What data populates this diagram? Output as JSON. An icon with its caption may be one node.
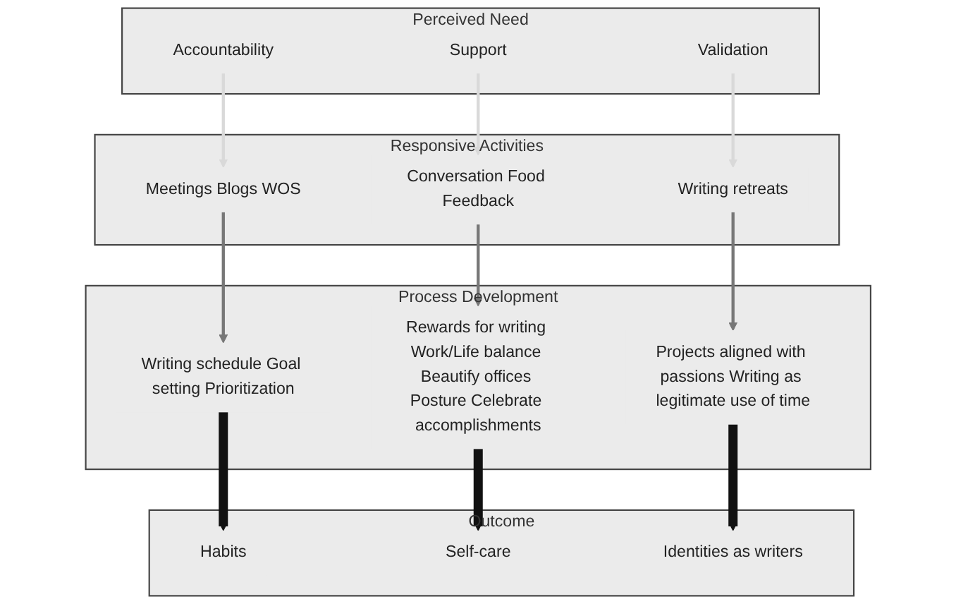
{
  "diagram": {
    "nodes": [
      {
        "text": [
          "Perceived Need"
        ]
      },
      {
        "text": [
          "Accountability"
        ],
        "in": 0
      },
      {
        "text": [
          "Support"
        ],
        "in": 0
      },
      {
        "text": [
          "Validation"
        ],
        "in": 0
      },
      {
        "text": [
          "Responsive Activities"
        ]
      },
      {
        "text": [
          "Meetings Blogs WOS"
        ],
        "in": 4
      },
      {
        "text": [
          "Conversation Food Feedback"
        ],
        "in": 4
      },
      {
        "text": [
          "Writing retreats"
        ],
        "in": 4
      },
      {
        "text": [
          "Process Development"
        ]
      },
      {
        "text": [
          "Writing schedule Goal setting Prioritization"
        ],
        "in": 8
      },
      {
        "text": [
          "Rewards for writing Work/Life balance Beautify offices Posture Celebrate accomplishments"
        ],
        "in": 8
      },
      {
        "text": [
          "Projects aligned with passions Writing as legitimate use of time"
        ],
        "in": 8
      },
      {
        "text": [
          "Outcome"
        ]
      },
      {
        "text": [
          "Habits"
        ],
        "in": 12
      },
      {
        "text": [
          "Self-care"
        ],
        "in": 12
      },
      {
        "text": [
          "Identities as writers"
        ],
        "in": 12
      }
    ],
    "edges": [
      {
        "from": 1,
        "to": 5,
        "arrow": "to",
        "color": "#d9d9d9"
      },
      {
        "from": 2,
        "to": 6,
        "arrow": "to",
        "color": "#d9d9d9"
      },
      {
        "from": 3,
        "to": 7,
        "arrow": "to",
        "color": "#d9d9d9"
      },
      {
        "from": 5,
        "to": 9,
        "arrow": "to",
        "color": "#777777"
      },
      {
        "from": 6,
        "to": 10,
        "arrow": "to",
        "color": "#777777"
      },
      {
        "from": 7,
        "to": 11,
        "arrow": "to",
        "color": "#777777"
      },
      {
        "from": 9,
        "to": 13,
        "arrow": "to",
        "color": "#111111",
        "style": "thick"
      },
      {
        "from": 10,
        "to": 14,
        "arrow": "to",
        "color": "#111111",
        "style": "thick"
      },
      {
        "from": 11,
        "to": 15,
        "arrow": "to",
        "color": "#111111",
        "style": "thick"
      }
    ]
  }
}
